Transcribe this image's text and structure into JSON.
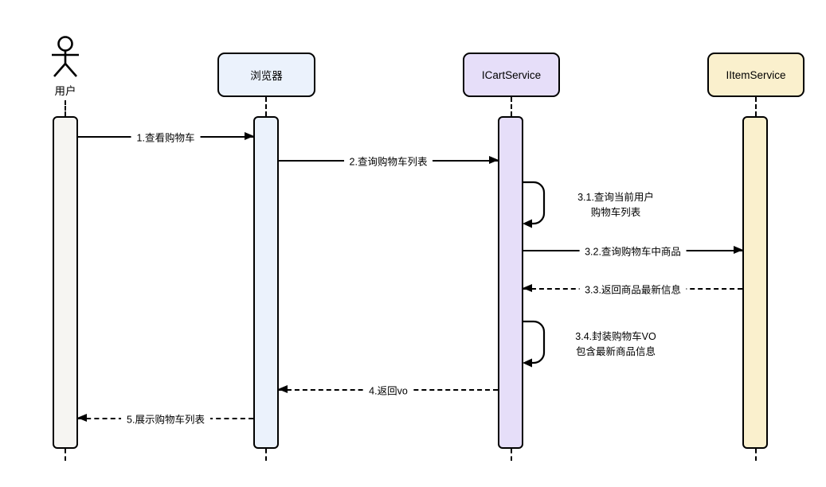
{
  "diagram": {
    "type": "uml-sequence",
    "background": "#ffffff",
    "participants": [
      {
        "id": "user",
        "label": "用户",
        "kind": "actor",
        "fill": "#f6f5f2",
        "border": "#000000"
      },
      {
        "id": "browser",
        "label": "浏览器",
        "kind": "participant",
        "fill": "#ebf2fc",
        "border": "#000000"
      },
      {
        "id": "cart",
        "label": "ICartService",
        "kind": "participant",
        "fill": "#e6def9",
        "border": "#000000"
      },
      {
        "id": "item",
        "label": "IItemService",
        "kind": "participant",
        "fill": "#faf0cd",
        "border": "#000000"
      }
    ],
    "messages": [
      {
        "label": "1.查看购物车",
        "from": "用户",
        "to": "浏览器",
        "line": "solid",
        "direction": "right"
      },
      {
        "label": "2.查询购物车列表",
        "from": "浏览器",
        "to": "ICartService",
        "line": "solid",
        "direction": "right"
      },
      {
        "label_line1": "3.1.查询当前用户",
        "label_line2": "购物车列表",
        "from": "ICartService",
        "to": "ICartService",
        "line": "self"
      },
      {
        "label": "3.2.查询购物车中商品",
        "from": "ICartService",
        "to": "IItemService",
        "line": "solid",
        "direction": "right"
      },
      {
        "label": "3.3.返回商品最新信息",
        "from": "IItemService",
        "to": "ICartService",
        "line": "dashed",
        "direction": "left"
      },
      {
        "label_line1": "3.4.封装购物车VO",
        "label_line2": "包含最新商品信息",
        "from": "ICartService",
        "to": "ICartService",
        "line": "self"
      },
      {
        "label": "4.返回vo",
        "from": "ICartService",
        "to": "浏览器",
        "line": "dashed",
        "direction": "left"
      },
      {
        "label": "5.展示购物车列表",
        "from": "浏览器",
        "to": "用户",
        "line": "dashed",
        "direction": "left"
      }
    ]
  }
}
